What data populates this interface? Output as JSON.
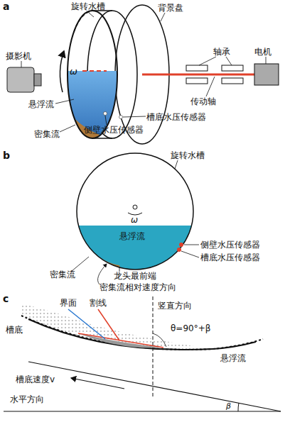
{
  "diagram": {
    "labels": [
      "a",
      "旋转水槽",
      "背景盘",
      "轴承",
      "电机",
      "摄影机",
      "传动轴",
      "ω",
      "悬浮流",
      "密集流",
      "侧壁水压传感器",
      "槽底水压传感器",
      "b",
      "旋转水槽",
      "ω",
      "悬浮流",
      "侧壁水压传感器",
      "槽底水压传感器",
      "密集流",
      "龙头最前端",
      "密集流相对速度方向",
      "c",
      "界面",
      "割线",
      "竖直方向",
      "槽底",
      "θ=90°+β",
      "悬浮流",
      "槽底速度v",
      "水平方向",
      "β"
    ]
  }
}
